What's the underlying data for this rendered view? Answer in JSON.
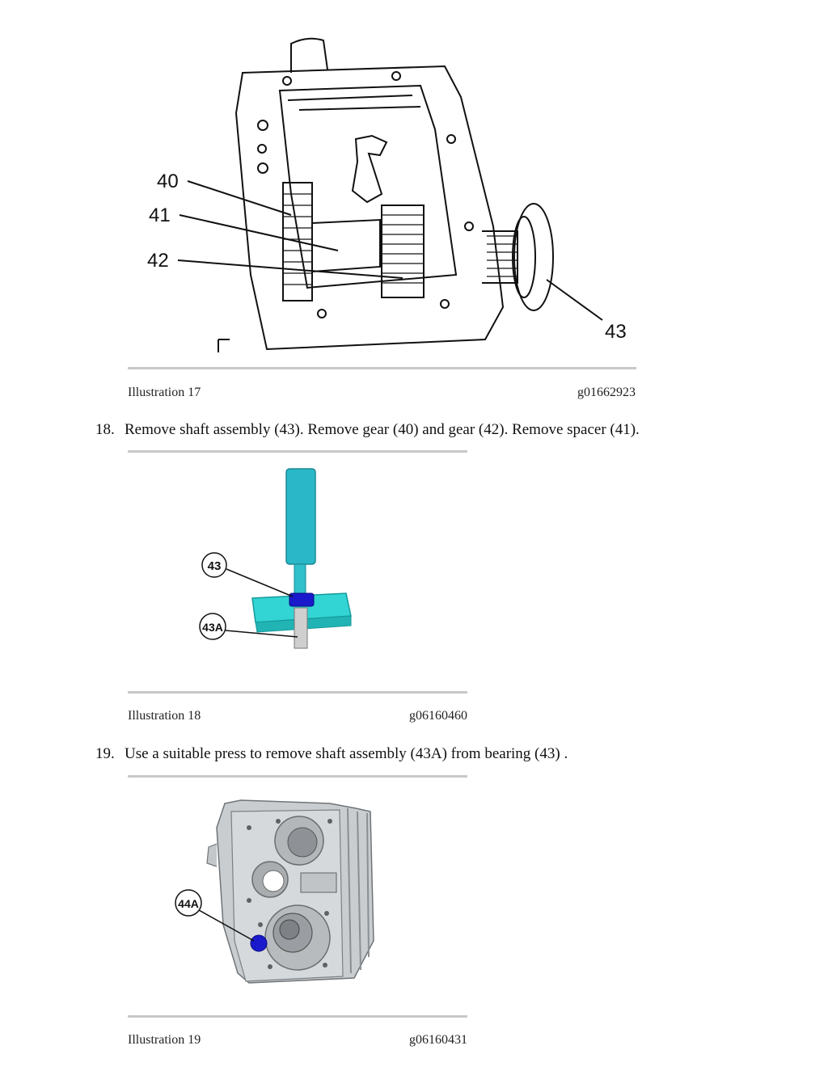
{
  "figures": [
    {
      "caption": "Illustration 17",
      "id": "g01662923",
      "callouts": [
        "40",
        "41",
        "42",
        "43"
      ]
    },
    {
      "caption": "Illustration 18",
      "id": "g06160460",
      "callouts": [
        "43",
        "43A"
      ]
    },
    {
      "caption": "Illustration 19",
      "id": "g06160431",
      "callouts": [
        "44A"
      ]
    }
  ],
  "steps": [
    {
      "number": "18.",
      "text": "Remove shaft assembly (43). Remove gear (40) and gear (42). Remove spacer (41)."
    },
    {
      "number": "19.",
      "text": "Use a suitable press to remove shaft assembly (43A) from bearing (43) ."
    }
  ],
  "colors": {
    "press_tool": "#2ab8c8",
    "fixture": "#33d4d4",
    "highlight_blue": "#1a1acc",
    "housing_gray": "#c9cdd0",
    "rule": "#c8c8c8"
  }
}
